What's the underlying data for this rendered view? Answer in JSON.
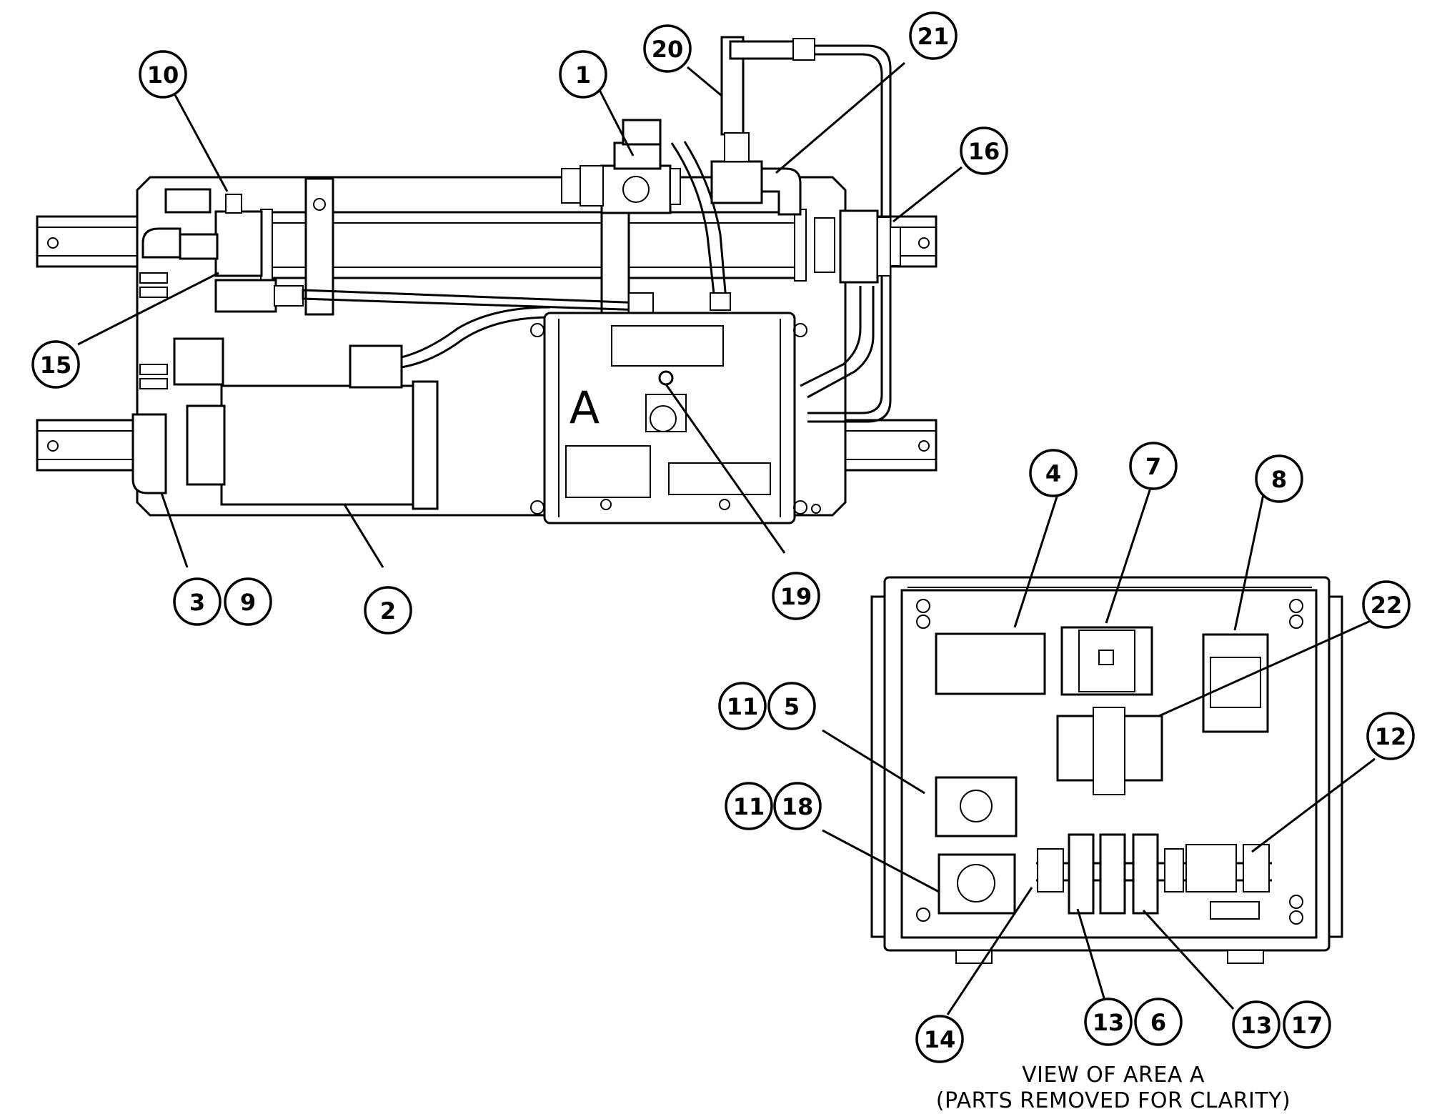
{
  "view": {
    "area_label": "A",
    "caption_line1": "VIEW OF AREA A",
    "caption_line2": "(PARTS REMOVED FOR CLARITY)"
  },
  "callouts": [
    {
      "id": "c1",
      "label": "1"
    },
    {
      "id": "c2",
      "label": "2"
    },
    {
      "id": "c3",
      "label": "3"
    },
    {
      "id": "c9",
      "label": "9"
    },
    {
      "id": "c10",
      "label": "10"
    },
    {
      "id": "c15",
      "label": "15"
    },
    {
      "id": "c16",
      "label": "16"
    },
    {
      "id": "c19",
      "label": "19"
    },
    {
      "id": "c20",
      "label": "20"
    },
    {
      "id": "c21",
      "label": "21"
    },
    {
      "id": "c4",
      "label": "4"
    },
    {
      "id": "c7",
      "label": "7"
    },
    {
      "id": "c8",
      "label": "8"
    },
    {
      "id": "c22",
      "label": "22"
    },
    {
      "id": "c11a",
      "label": "11"
    },
    {
      "id": "c5",
      "label": "5"
    },
    {
      "id": "c12",
      "label": "12"
    },
    {
      "id": "c11b",
      "label": "11"
    },
    {
      "id": "c18",
      "label": "18"
    },
    {
      "id": "c14",
      "label": "14"
    },
    {
      "id": "c13a",
      "label": "13"
    },
    {
      "id": "c6",
      "label": "6"
    },
    {
      "id": "c13b",
      "label": "13"
    },
    {
      "id": "c17",
      "label": "17"
    }
  ]
}
